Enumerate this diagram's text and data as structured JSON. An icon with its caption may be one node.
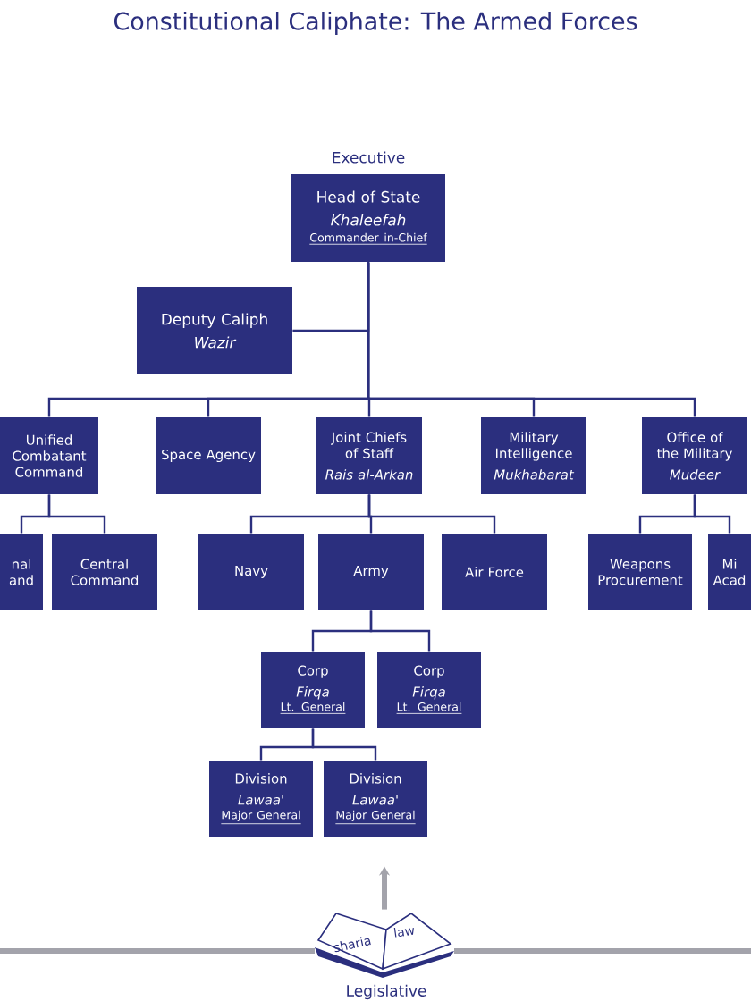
{
  "diagram": {
    "title": "Constitutional Caliphate: The Armed Forces",
    "nodes": [
      {
        "text": [
          "Head of State",
          "Khaleefah",
          "Commander in-Chief"
        ]
      },
      {
        "text": [
          "Deputy Caliph",
          "Wazir"
        ]
      },
      {
        "text": [
          "Unified Combatant Command"
        ]
      },
      {
        "text": [
          "Space Agency"
        ]
      },
      {
        "text": [
          "Joint Chiefs of Staff",
          "Rais al-Arkan"
        ]
      },
      {
        "text": [
          "Military Intelligence",
          "Mukhabarat"
        ]
      },
      {
        "text": [
          "Office of the Military",
          "Mudeer"
        ]
      },
      {
        "text": [
          "nal and"
        ]
      },
      {
        "text": [
          "Central Command"
        ]
      },
      {
        "text": [
          "Navy"
        ]
      },
      {
        "text": [
          "Army"
        ]
      },
      {
        "text": [
          "Air Force"
        ]
      },
      {
        "text": [
          "Weapons Procurement"
        ]
      },
      {
        "text": [
          "Mi Acad"
        ]
      },
      {
        "text": [
          "Corp",
          "Firqa",
          "Lt. General"
        ]
      },
      {
        "text": [
          "Corp",
          "Firqa",
          "Lt. General"
        ]
      },
      {
        "text": [
          "Division",
          "Lawaa'",
          "Major General"
        ]
      },
      {
        "text": [
          "Division",
          "Lawaa'",
          "Major General"
        ]
      },
      {
        "text": [
          "sharia",
          "law"
        ],
        "beside": [
          "Legislative"
        ]
      }
    ],
    "edges": [
      {
        "from": 0,
        "to": 1,
        "arrow": "none"
      },
      {
        "from": 0,
        "to": 2,
        "arrow": "none"
      },
      {
        "from": 0,
        "to": 3,
        "arrow": "none"
      },
      {
        "from": 0,
        "to": 4,
        "arrow": "none"
      },
      {
        "from": 0,
        "to": 5,
        "arrow": "none"
      },
      {
        "from": 0,
        "to": 6,
        "arrow": "none"
      },
      {
        "from": 2,
        "to": 7,
        "arrow": "none"
      },
      {
        "from": 2,
        "to": 8,
        "arrow": "none"
      },
      {
        "from": 4,
        "to": 9,
        "arrow": "none"
      },
      {
        "from": 4,
        "to": 10,
        "arrow": "none"
      },
      {
        "from": 4,
        "to": 11,
        "arrow": "none"
      },
      {
        "from": 6,
        "to": 12,
        "arrow": "none"
      },
      {
        "from": 6,
        "to": 13,
        "arrow": "none"
      },
      {
        "from": 10,
        "to": 14,
        "arrow": "none"
      },
      {
        "from": 10,
        "to": 15,
        "arrow": "none"
      },
      {
        "from": 14,
        "to": 16,
        "arrow": "none"
      },
      {
        "from": 14,
        "to": 17,
        "arrow": "none"
      },
      {
        "from": 18,
        "to": null,
        "arrow": "to",
        "style": "thick",
        "color": "#a3a3ab"
      }
    ],
    "labels": [
      "Executive"
    ]
  }
}
